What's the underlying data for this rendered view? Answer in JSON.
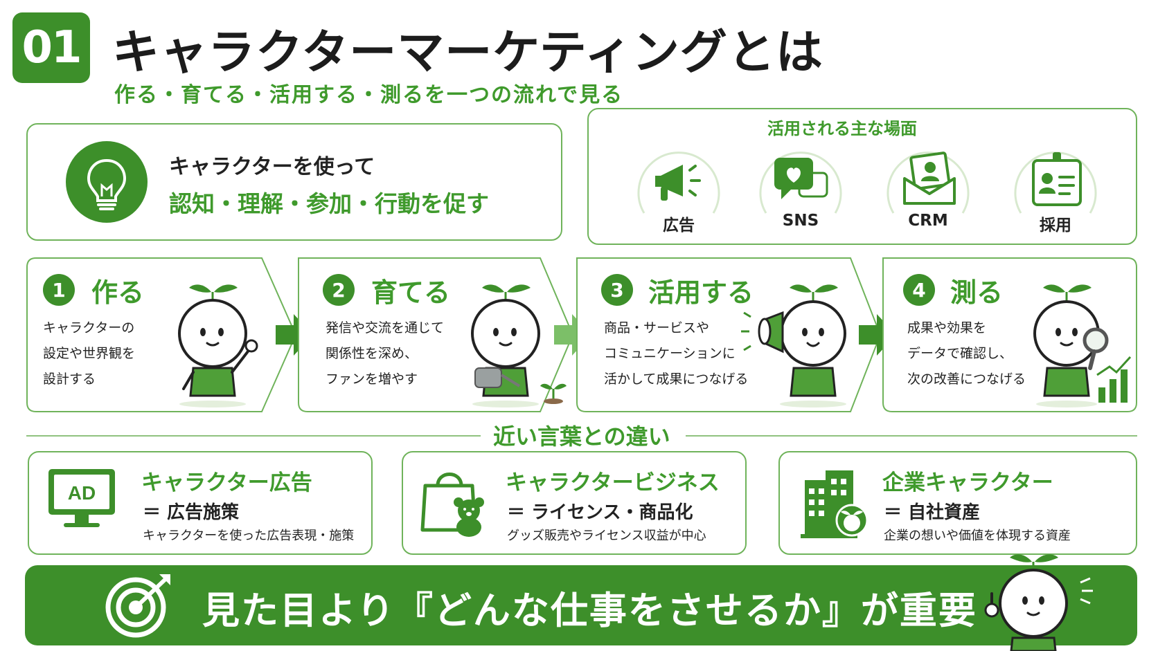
{
  "header": {
    "number": "01",
    "title": "キャラクターマーケティングとは",
    "subtitle": "作る・育てる・活用する・測るを一つの流れで見る"
  },
  "purpose": {
    "line1": "キャラクターを使って",
    "line2": "認知・理解・参加・行動を促す",
    "icon": "lightbulb-icon"
  },
  "scenes": {
    "title": "活用される主な場面",
    "items": [
      {
        "label": "広告",
        "icon": "megaphone-icon"
      },
      {
        "label": "SNS",
        "icon": "chat-heart-icon"
      },
      {
        "label": "CRM",
        "icon": "mail-profile-icon"
      },
      {
        "label": "採用",
        "icon": "id-badge-icon"
      }
    ]
  },
  "steps": [
    {
      "num": "1",
      "title": "作る",
      "lines": [
        "キャラクターの",
        "設定や世界観を",
        "設計する"
      ]
    },
    {
      "num": "2",
      "title": "育てる",
      "lines": [
        "発信や交流を通じて",
        "関係性を深め、",
        "ファンを増やす"
      ]
    },
    {
      "num": "3",
      "title": "活用する",
      "lines": [
        "商品・サービスや",
        "コミュニケーションに",
        "活かして成果につなげる"
      ]
    },
    {
      "num": "4",
      "title": "測る",
      "lines": [
        "成果や効果を",
        "データで確認し、",
        "次の改善につなげる"
      ]
    }
  ],
  "differences": {
    "title": "近い言葉との違い",
    "items": [
      {
        "name": "キャラクター広告",
        "eq": "＝ 広告施策",
        "desc": "キャラクターを使った広告表現・施策",
        "icon": "ad-monitor-icon"
      },
      {
        "name": "キャラクタービジネス",
        "eq": "＝ ライセンス・商品化",
        "desc": "グッズ販売やライセンス収益が中心",
        "icon": "shopping-bag-bear-icon"
      },
      {
        "name": "企業キャラクター",
        "eq": "＝ 自社資産",
        "desc": "企業の想いや価値を体現する資産",
        "icon": "building-icon"
      }
    ]
  },
  "banner": {
    "text": "見た目より『どんな仕事をさせるか』が重要",
    "icon": "target-icon"
  },
  "colors": {
    "primary": "#3d8f2a",
    "accent": "#3f9a2c",
    "border": "#6fb35a"
  }
}
